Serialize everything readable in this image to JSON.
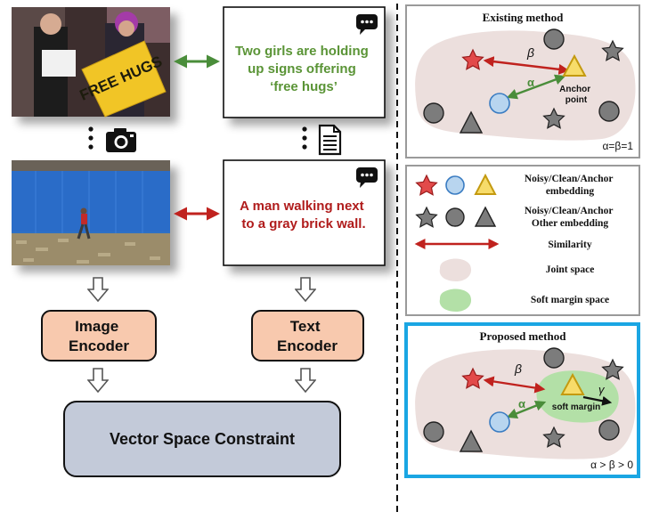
{
  "left": {
    "caption_top": "Two girls are holding up signs offering ‘free hugs’",
    "caption_top_lines": [
      "Two girls are holding",
      "up signs offering",
      "‘free hugs’"
    ],
    "caption_bottom": "A man walking next to a gray brick wall.",
    "caption_bottom_lines": [
      "A man walking next",
      "to a gray brick wall."
    ],
    "photo_sign_text": "FREE HUGS",
    "image_encoder_lines": [
      "Image",
      "Encoder"
    ],
    "text_encoder_lines": [
      "Text",
      "Encoder"
    ],
    "constraint_label": "Vector Space Constraint",
    "icons": [
      "camera-icon",
      "document-icon",
      "chat-bubble-icon",
      "down-arrow-icon"
    ]
  },
  "existing": {
    "title": "Existing method",
    "beta": "β",
    "alpha": "α",
    "anchor_lines": [
      "Anchor",
      "point"
    ],
    "formula": "α=β=1"
  },
  "legend": {
    "row1_lines": [
      "Noisy/Clean/Anchor",
      "embedding"
    ],
    "row2_lines": [
      "Noisy/Clean/Anchor",
      "Other embedding"
    ],
    "similarity": "Similarity",
    "joint": "Joint space",
    "soft": "Soft margin space"
  },
  "proposed": {
    "title": "Proposed method",
    "beta": "β",
    "alpha": "α",
    "gamma": "γ",
    "soft_margin": "soft margin",
    "formula": "α > β > 0"
  },
  "colors": {
    "green_text": "#5a9436",
    "red_text": "#b01c1c",
    "encoder_fill": "#f8c9ae",
    "constraint_fill": "#c3cad9",
    "joint_fill": "#ecdfdd",
    "soft_fill": "#b3e0a7",
    "proposed_border": "#1aa6e3",
    "panel_border": "#9a9a9a",
    "red_arrow": "#c0221e",
    "green_arrow": "#4a8d3a",
    "star_noisy": "#e24a4a",
    "circle_clean": "#b8d5ef",
    "triangle_anchor": "#f7dc6a",
    "other_gray": "#7c7c7c"
  }
}
